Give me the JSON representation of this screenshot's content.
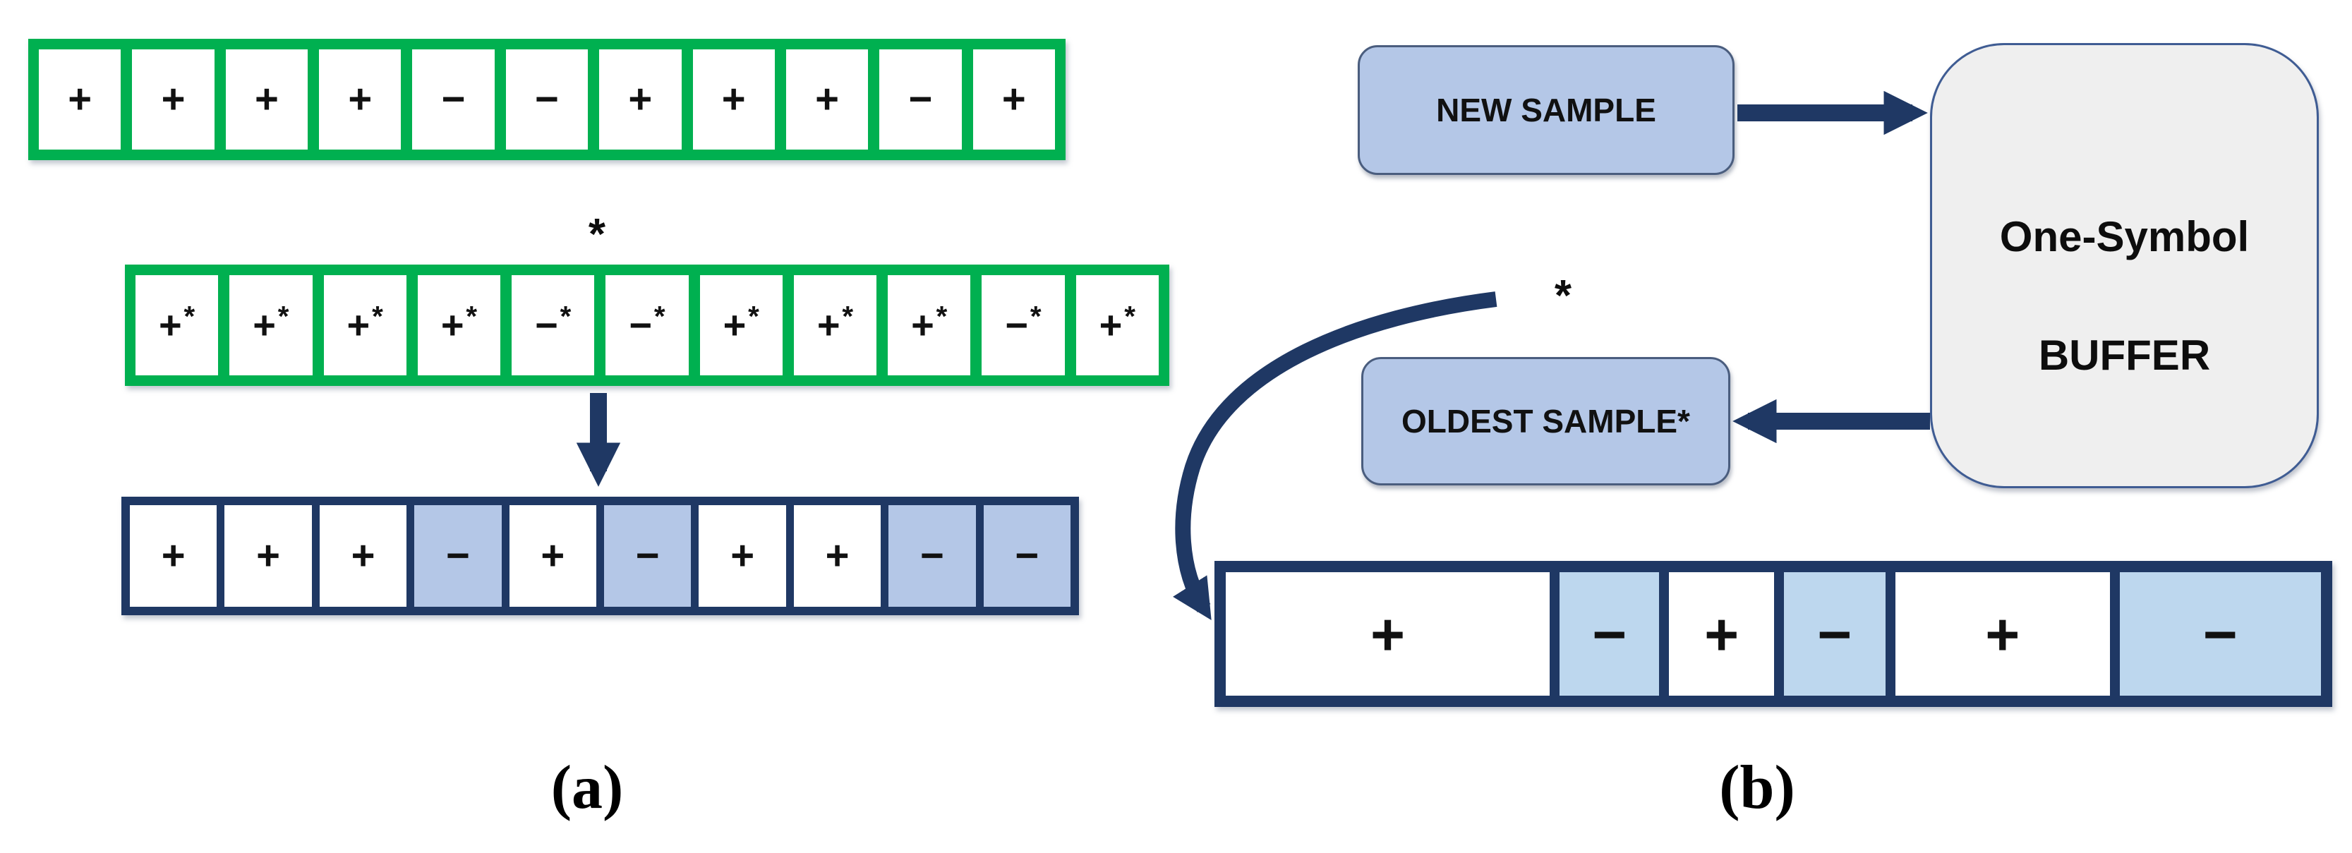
{
  "figure": {
    "type": "diagram",
    "description_left": "symbol sequence decimation with buffered oldest sample",
    "description_right": "one-symbol buffer flow"
  },
  "colors": {
    "green": "#00b050",
    "navy": "#1f3864",
    "shadeA": "#b4c7e7",
    "shadeB": "#bdd7ee",
    "boxFill": "#b4c7e7",
    "boxBorder": "#4a5d7e",
    "bufferFill": "#efefef",
    "bufferBorder": "#3f5c93"
  },
  "panel_a": {
    "label": "(a)",
    "star_marker": "*",
    "row_original": {
      "cells": [
        {
          "symbol": "+"
        },
        {
          "symbol": "+"
        },
        {
          "symbol": "+"
        },
        {
          "symbol": "+"
        },
        {
          "symbol": "−"
        },
        {
          "symbol": "−"
        },
        {
          "symbol": "+"
        },
        {
          "symbol": "+"
        },
        {
          "symbol": "+"
        },
        {
          "symbol": "−"
        },
        {
          "symbol": "+"
        }
      ]
    },
    "row_starred": {
      "cells": [
        {
          "symbol": "+",
          "star": "*"
        },
        {
          "symbol": "+",
          "star": "*"
        },
        {
          "symbol": "+",
          "star": "*"
        },
        {
          "symbol": "+",
          "star": "*"
        },
        {
          "symbol": "−",
          "star": "*"
        },
        {
          "symbol": "−",
          "star": "*"
        },
        {
          "symbol": "+",
          "star": "*"
        },
        {
          "symbol": "+",
          "star": "*"
        },
        {
          "symbol": "+",
          "star": "*"
        },
        {
          "symbol": "−",
          "star": "*"
        },
        {
          "symbol": "+",
          "star": "*"
        }
      ]
    },
    "row_result": {
      "cells": [
        {
          "symbol": "+",
          "shaded": false
        },
        {
          "symbol": "+",
          "shaded": false
        },
        {
          "symbol": "+",
          "shaded": false
        },
        {
          "symbol": "−",
          "shaded": true
        },
        {
          "symbol": "+",
          "shaded": false
        },
        {
          "symbol": "−",
          "shaded": true
        },
        {
          "symbol": "+",
          "shaded": false
        },
        {
          "symbol": "+",
          "shaded": false
        },
        {
          "symbol": "−",
          "shaded": true
        },
        {
          "symbol": "−",
          "shaded": true
        }
      ]
    }
  },
  "panel_b": {
    "label": "(b)",
    "star_marker": "*",
    "new_sample": {
      "label": "NEW SAMPLE"
    },
    "buffer": {
      "line1": "One-Symbol",
      "line2": "BUFFER"
    },
    "oldest_sample": {
      "label": "OLDEST SAMPLE*"
    },
    "row_result": {
      "cells": [
        {
          "symbol": "+",
          "shaded": false,
          "width_ratio": 3.25
        },
        {
          "symbol": "−",
          "shaded": true,
          "width_ratio": 1.0
        },
        {
          "symbol": "+",
          "shaded": false,
          "width_ratio": 1.05
        },
        {
          "symbol": "−",
          "shaded": true,
          "width_ratio": 1.02
        },
        {
          "symbol": "+",
          "shaded": false,
          "width_ratio": 2.15
        },
        {
          "symbol": "−",
          "shaded": true,
          "width_ratio": 2.02
        }
      ]
    }
  }
}
